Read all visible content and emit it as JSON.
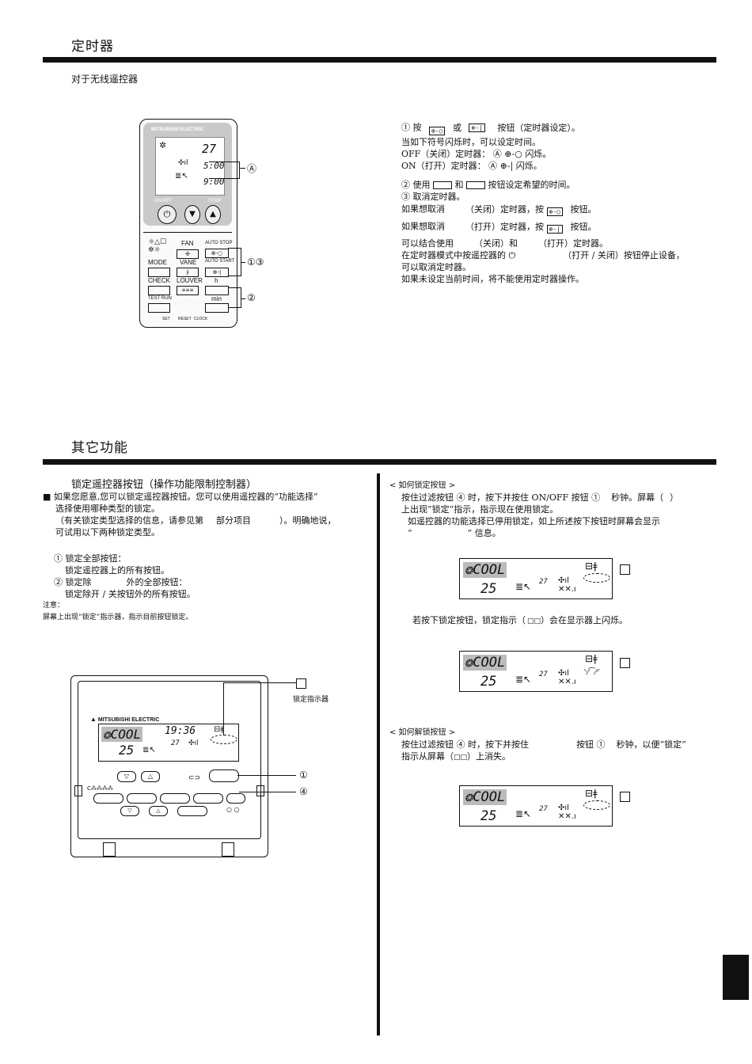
{
  "section_timer": {
    "title": "定时器",
    "subtitle": "对于无线遥控器",
    "callout_a": "Ⓐ",
    "callout_13": "①③",
    "callout_2": "②",
    "remote": {
      "brand": "MITSUBISHI ELECTRIC",
      "lcd_temp": "27",
      "lcd_time1": "5:00",
      "lcd_time2": "9:00",
      "onoff": "ON/OFF",
      "temp": "TEMP",
      "fan": "FAN",
      "auto_stop": "AUTO STOP",
      "mode": "MODE",
      "vane": "VANE",
      "auto_start": "AUTO START",
      "check": "CHECK",
      "louver": "LOUVER",
      "h": "h",
      "test_run": "TEST RUN",
      "min": "min",
      "set": "SET",
      "reset": "RESET",
      "clock": "CLOCK"
    },
    "instructions": [
      "① 按",
      "或",
      "按钮（定时器设定）。",
      "当如下符号闪烁时，可以设定时间。",
      "OFF（关闭）定时器：",
      "闪烁。",
      "ON（打开）定时器：",
      "闪烁。",
      "② 使用",
      "和",
      "按钮设定希望的时间。",
      "③ 取消定时器。",
      "如果想取消",
      "（关闭）定时器，按",
      "按钮。",
      "如果想取消",
      "（打开）定时器，按",
      "按钮。",
      "可以结合使用",
      "（关闭）和",
      "（打开）定时器。",
      "在定时器模式中按遥控器的",
      "（打开 / 关闭）按钮停止设备，",
      "可以取消定时器。",
      "如果未设定当前时间，将不能使用定时器操作。"
    ],
    "key_off_timer": "⊕-○",
    "key_on_timer": "⊕-|",
    "mark_a": "Ⓐ"
  },
  "section_other": {
    "title": "其它功能",
    "lock_heading": "锁定遥控器按钮（操作功能限制控制器）",
    "left_lines": [
      "■ 如果您愿意,您可以锁定遥控器按钮。您可以使用遥控器的“功能选择”",
      "选择使用哪种类型的锁定。",
      "（有关锁定类型选择的信息，请参见第",
      "部分项目",
      "）。明确地说，",
      "可试用以下两种锁定类型。",
      "① 锁定全部按钮：",
      "锁定遥控器上的所有按钮。",
      "② 锁定除",
      "外的全部按钮：",
      "锁定除开 / 关按钮外的所有按钮。",
      "注意：",
      "屏幕上出现“锁定”指示器，指示目前按钮锁定。"
    ],
    "lock_indicator_label": "锁定指示器",
    "wired_remote": {
      "brand": "MITSUBISHI ELECTRIC",
      "mode": "COOL",
      "time": "19:36",
      "set_temp": "25",
      "room_temp": "27",
      "callout_1": "①",
      "callout_4": "④"
    },
    "how_lock_title": "< 如何锁定按钮 >",
    "how_lock_lines": [
      "按住过滤按钮 ④ 时，按下并按住 ON/OFF 按钮 ①",
      "秒钟。屏幕（",
      "）",
      "上出现“锁定”指示，指示现在使用锁定。",
      "如遥控器的功能选择已停用锁定，如上所述按下按钮时屏幕会显示",
      "“",
      "” 信息。"
    ],
    "flash_line": "若按下锁定按钮，锁定指示（",
    "flash_line_end": "）会在显示器上闪烁。",
    "how_unlock_title": "< 如何解锁按钮 >",
    "how_unlock_lines": [
      "按住过滤按钮 ④ 时，按下并按住",
      "按钮 ①",
      "秒钟，以便“锁定”",
      "指示从屏幕（",
      "）上消失。"
    ],
    "lcd_mode": "COOL",
    "lcd_set": "25",
    "lcd_room": "27",
    "blank_box": "□"
  }
}
